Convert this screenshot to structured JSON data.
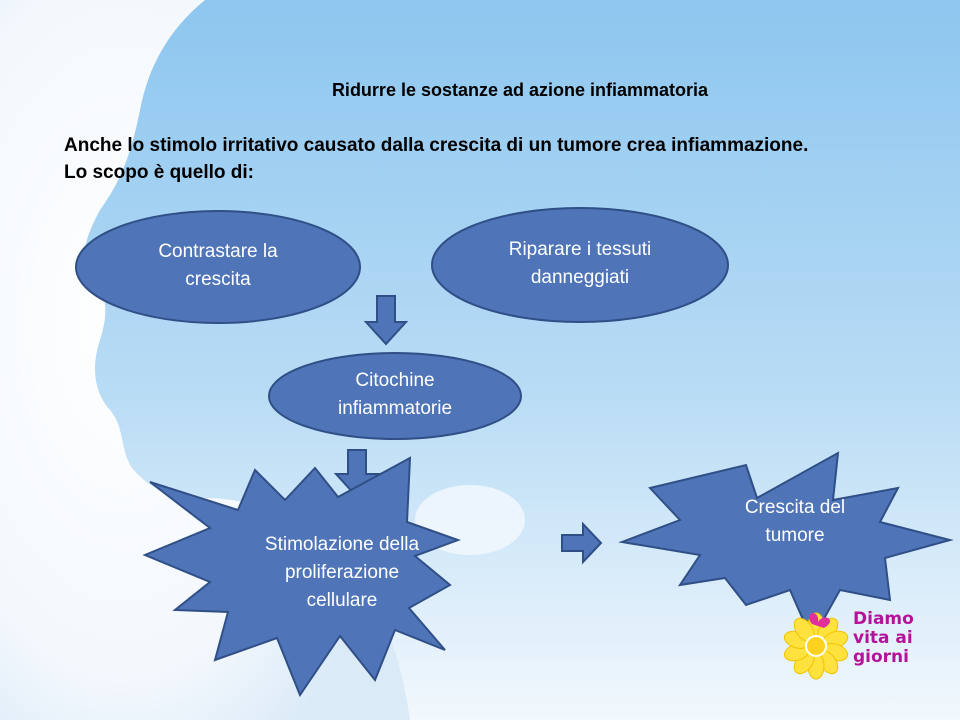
{
  "slide": {
    "title": "Ridurre le sostanze ad azione infiammatoria",
    "intro_line1": "Anche lo stimolo irritativo causato dalla crescita di un tumore crea infiammazione.",
    "intro_line2": "Lo scopo è quello di:"
  },
  "diagram": {
    "node_contrastare_l1": "Contrastare la",
    "node_contrastare_l2": "crescita",
    "node_riparare_l1": "Riparare i tessuti",
    "node_riparare_l2": "danneggiati",
    "node_citochine_l1": "Citochine",
    "node_citochine_l2": "infiammatorie",
    "node_stimolazione_l1": "Stimolazione della",
    "node_stimolazione_l2": "proliferazione",
    "node_stimolazione_l3": "cellulare",
    "node_crescita_l1": "Crescita del",
    "node_crescita_l2": "tumore"
  },
  "logo": {
    "line1": "Diamo",
    "line2": "vita ai",
    "line3": "giorni"
  },
  "colors": {
    "shape_fill": "#4f74b8",
    "shape_stroke": "#2f4f86",
    "sky_top": "#8dc6ef",
    "sky_bottom": "#f2f8fd",
    "logo_text": "#b5129a"
  }
}
